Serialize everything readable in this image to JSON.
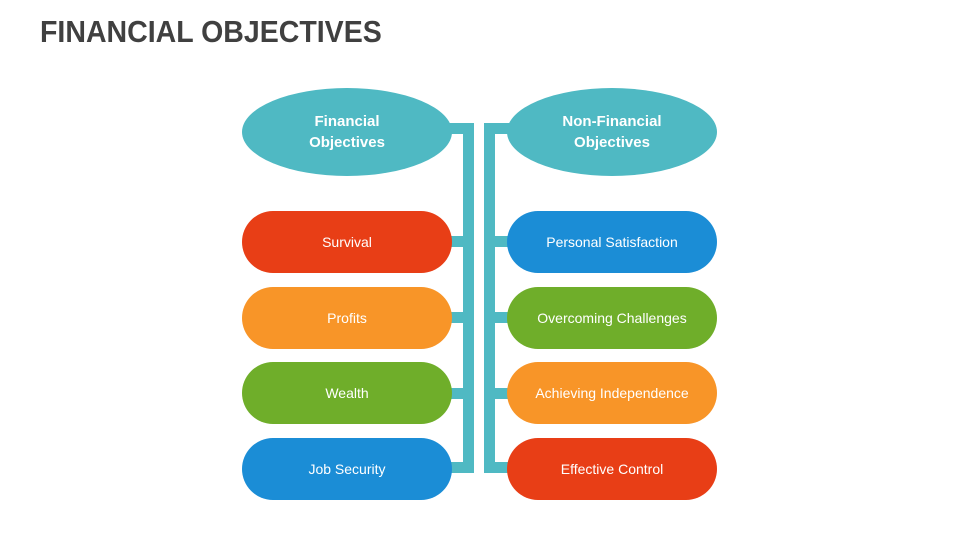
{
  "title": "FINANCIAL OBJECTIVES",
  "colors": {
    "connector": "#4fb9c3",
    "red": "#e83e16",
    "orange": "#f89528",
    "green": "#6fae2a",
    "blue": "#1b8dd6"
  },
  "left": {
    "header_line1": "Financial",
    "header_line2": "Objectives",
    "items": [
      {
        "label": "Survival",
        "color": "#e83e16"
      },
      {
        "label": "Profits",
        "color": "#f89528"
      },
      {
        "label": "Wealth",
        "color": "#6fae2a"
      },
      {
        "label": "Job Security",
        "color": "#1b8dd6"
      }
    ]
  },
  "right": {
    "header_line1": "Non-Financial",
    "header_line2": "Objectives",
    "items": [
      {
        "label": "Personal Satisfaction",
        "color": "#1b8dd6"
      },
      {
        "label": "Overcoming Challenges",
        "color": "#6fae2a"
      },
      {
        "label": "Achieving Independence",
        "color": "#f89528"
      },
      {
        "label": "Effective Control",
        "color": "#e83e16"
      }
    ]
  }
}
